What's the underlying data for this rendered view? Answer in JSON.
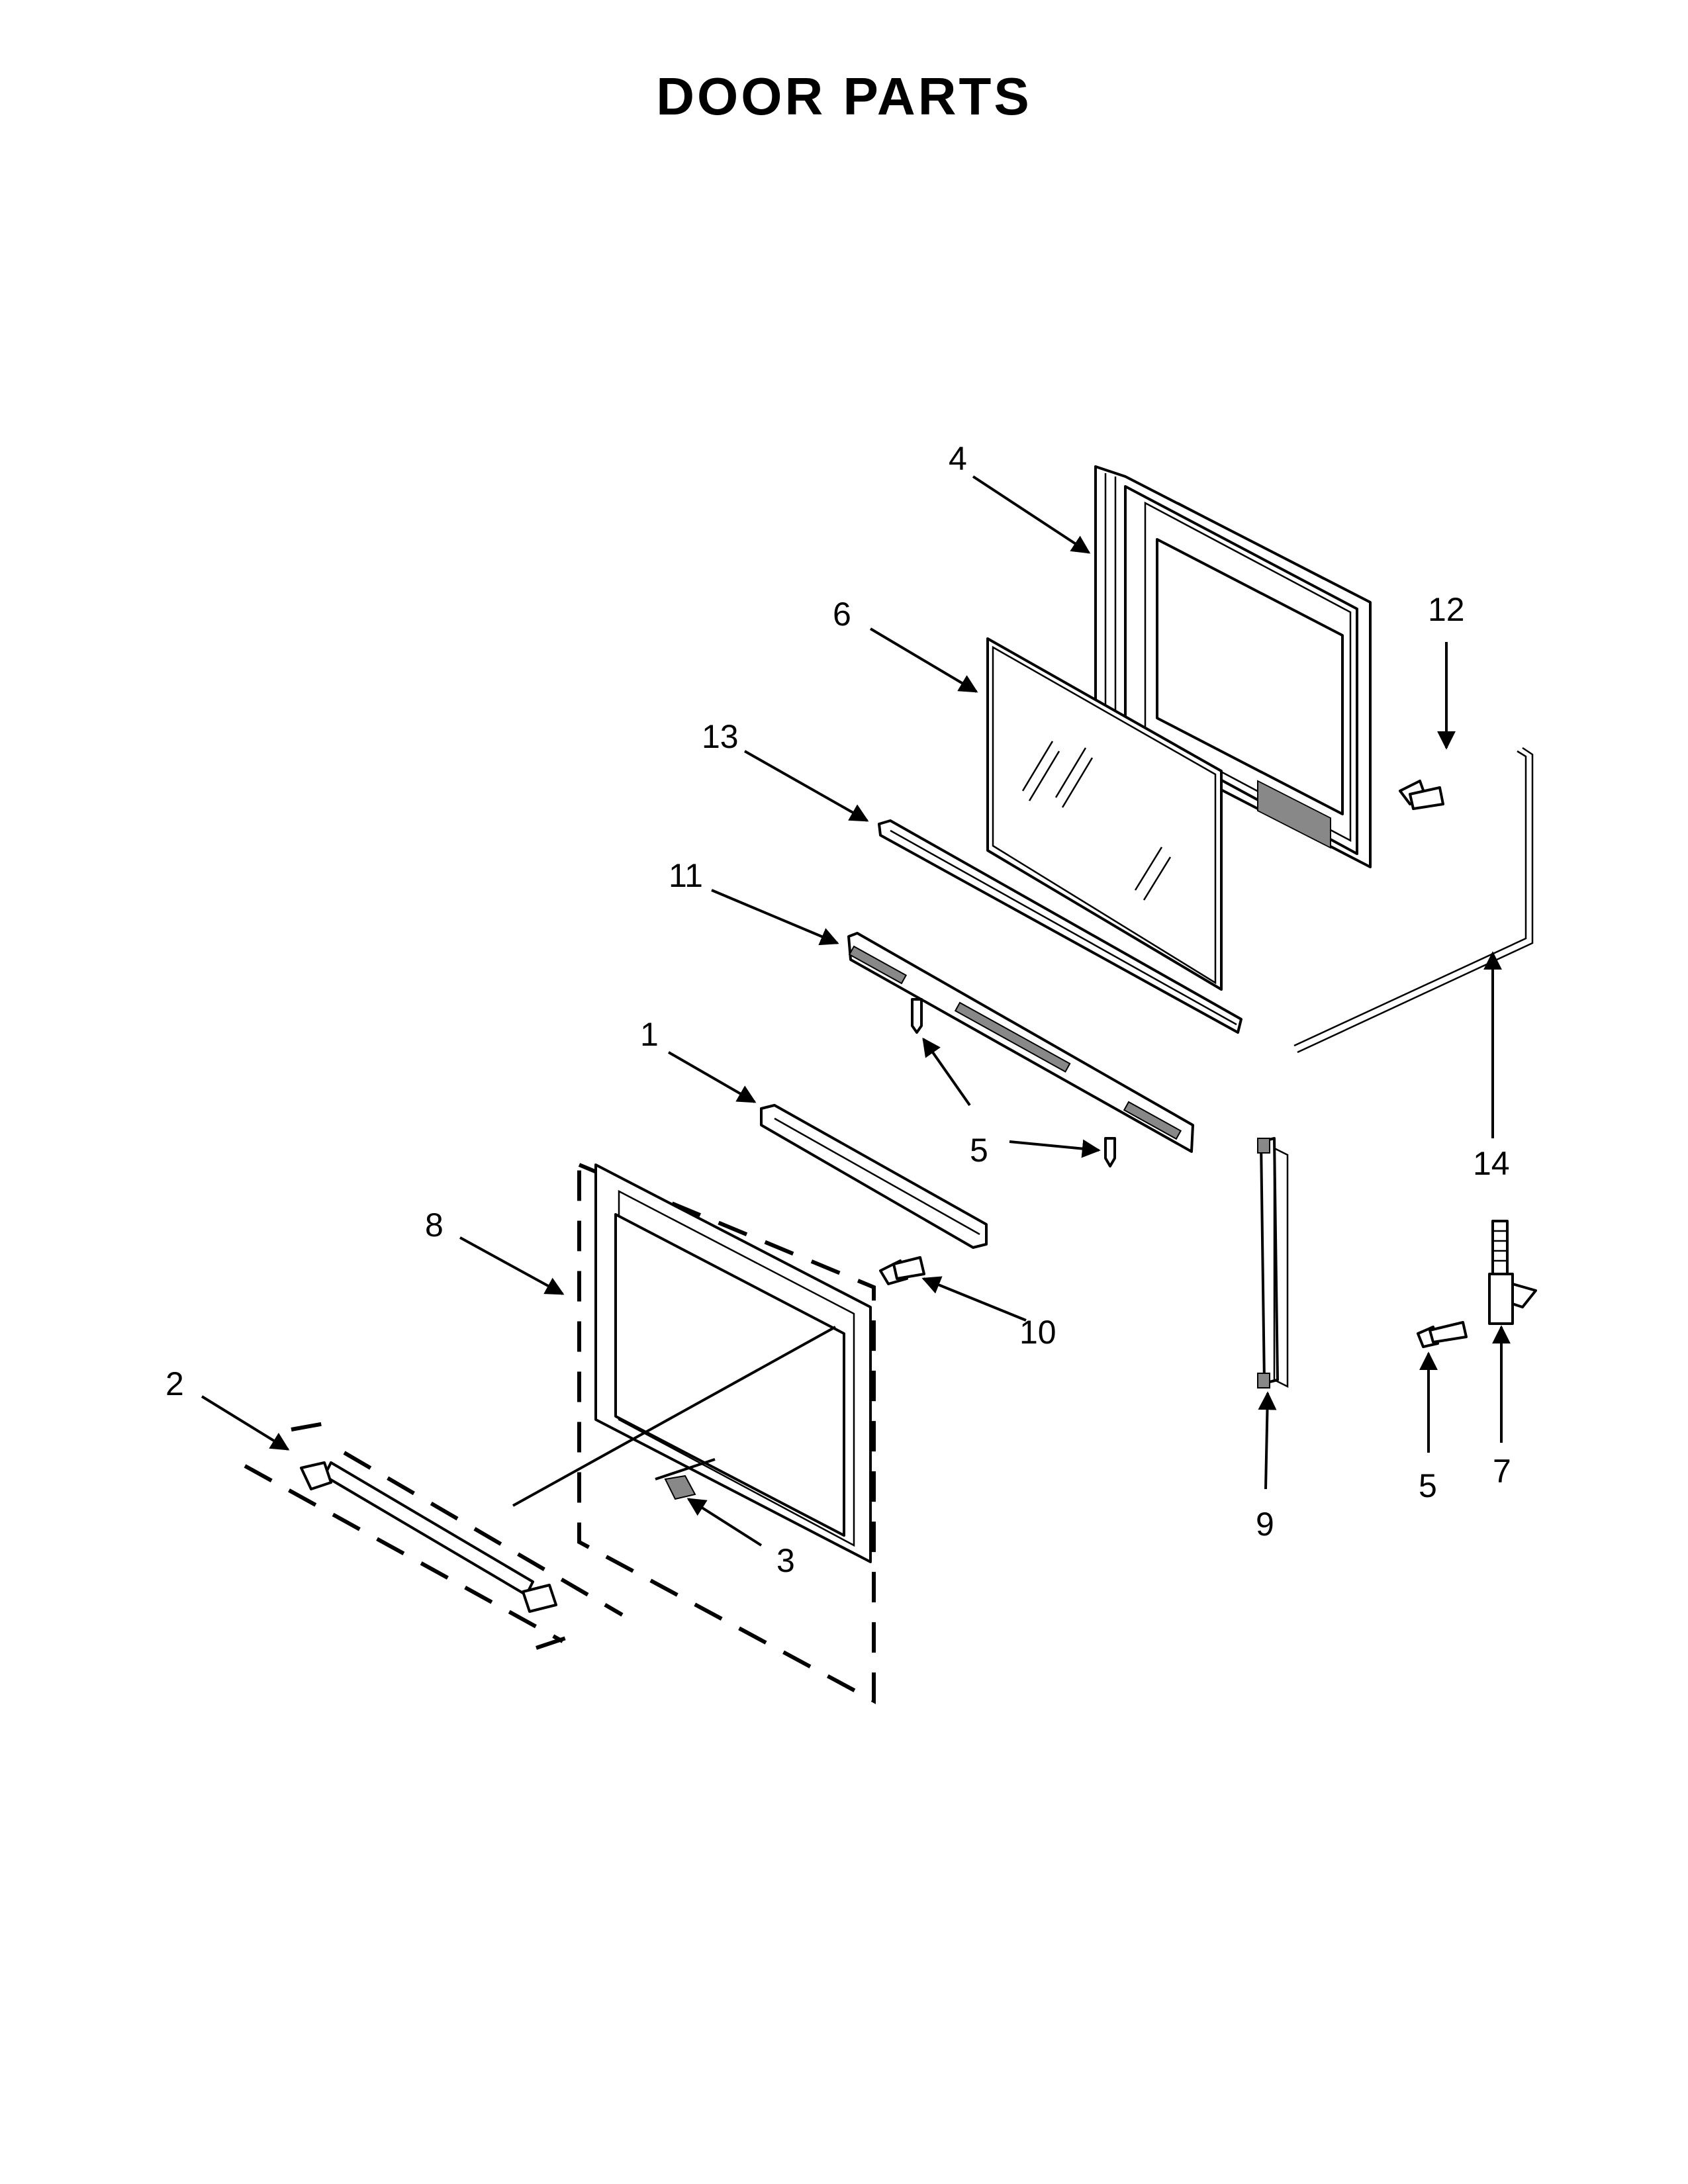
{
  "title": "DOOR PARTS",
  "callouts": {
    "c1": "1",
    "c2": "2",
    "c3": "3",
    "c4": "4",
    "c5a": "5",
    "c5b": "5",
    "c6": "6",
    "c7": "7",
    "c8": "8",
    "c9": "9",
    "c10": "10",
    "c11": "11",
    "c12": "12",
    "c13": "13",
    "c14": "14"
  }
}
